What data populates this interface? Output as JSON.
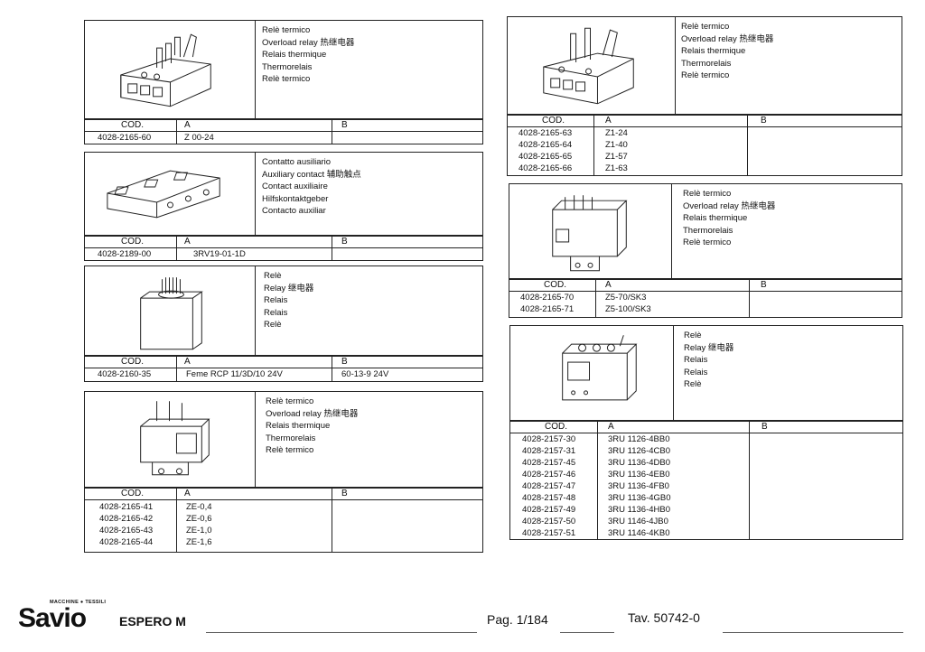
{
  "headers": {
    "code": "COD.",
    "a": "A",
    "b": "B"
  },
  "panels": {
    "p1": {
      "desc": [
        "Relè termico",
        "Overload relay  热继电器",
        "Relais thermique",
        "Thermorelais",
        "Relè termico"
      ],
      "rows": [
        [
          "4028-2165-60",
          "Z 00-24",
          ""
        ]
      ]
    },
    "p2": {
      "desc": [
        "Contatto ausiliario",
        "Auxiliary contact  辅助触点",
        "Contact auxiliaire",
        "Hilfskontaktgeber",
        "Contacto auxiliar"
      ],
      "rows": [
        [
          "4028-2189-00",
          "3RV19-01-1D",
          ""
        ]
      ]
    },
    "p3": {
      "desc": [
        "Relè",
        "Relay  继电器",
        "Relais",
        "Relais",
        "Relè"
      ],
      "rows": [
        [
          "4028-2160-35",
          "Feme RCP 11/3D/10  24V",
          "60-13-9  24V"
        ]
      ]
    },
    "p4": {
      "desc": [
        "Relè termico",
        "Overload relay  热继电器",
        "Relais thermique",
        "Thermorelais",
        "Relè termico"
      ],
      "rows": [
        [
          "4028-2165-41",
          "ZE-0,4",
          ""
        ],
        [
          "4028-2165-42",
          "ZE-0,6",
          ""
        ],
        [
          "4028-2165-43",
          "ZE-1,0",
          ""
        ],
        [
          "4028-2165-44",
          "ZE-1,6",
          ""
        ]
      ]
    },
    "p5": {
      "desc": [
        "Relè termico",
        "Overload relay  热继电器",
        "Relais thermique",
        "Thermorelais",
        "Relè termico"
      ],
      "rows": [
        [
          "4028-2165-63",
          "Z1-24",
          ""
        ],
        [
          "4028-2165-64",
          "Z1-40",
          ""
        ],
        [
          "4028-2165-65",
          "Z1-57",
          ""
        ],
        [
          "4028-2165-66",
          "Z1-63",
          ""
        ]
      ]
    },
    "p6": {
      "desc": [
        "Relè termico",
        "Overload relay  热继电器",
        "Relais thermique",
        "Thermorelais",
        "Relè termico"
      ],
      "rows": [
        [
          "4028-2165-70",
          "Z5-70/SK3",
          ""
        ],
        [
          "4028-2165-71",
          "Z5-100/SK3",
          ""
        ]
      ]
    },
    "p7": {
      "desc": [
        "Relè",
        "Relay  继电器",
        "Relais",
        "Relais",
        "Relè"
      ],
      "rows": [
        [
          "4028-2157-30",
          "3RU 1126-4BB0",
          ""
        ],
        [
          "4028-2157-31",
          "3RU 1126-4CB0",
          ""
        ],
        [
          "4028-2157-45",
          "3RU 1136-4DB0",
          ""
        ],
        [
          "4028-2157-46",
          "3RU 1136-4EB0",
          ""
        ],
        [
          "4028-2157-47",
          "3RU 1136-4FB0",
          ""
        ],
        [
          "4028-2157-48",
          "3RU 1136-4GB0",
          ""
        ],
        [
          "4028-2157-49",
          "3RU 1136-4HB0",
          ""
        ],
        [
          "4028-2157-50",
          "3RU 1146-4JB0",
          ""
        ],
        [
          "4028-2157-51",
          "3RU 1146-4KB0",
          ""
        ]
      ]
    }
  },
  "footer": {
    "brand": "Savio",
    "tagline": "MACCHINE ● TESSILI",
    "model": "ESPERO M",
    "page": "Pag. 1/184",
    "tav": "Tav. 50742-0"
  }
}
